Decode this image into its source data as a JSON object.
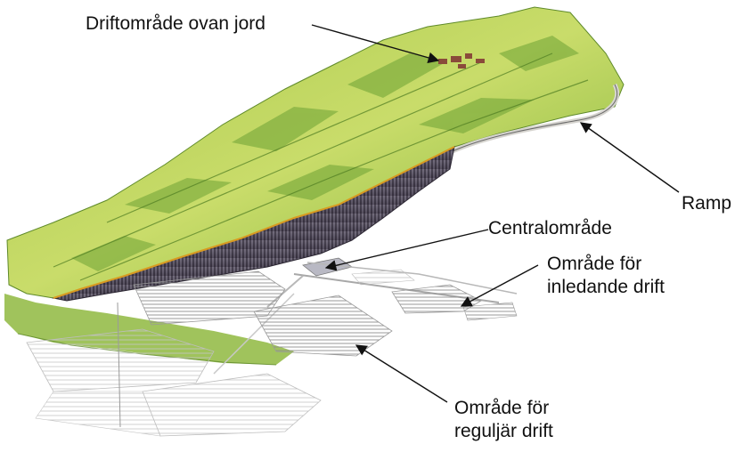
{
  "labels": {
    "surface_area": "Driftområde ovan jord",
    "ramp": "Ramp",
    "central_area": "Centralområde",
    "initial_area": [
      "Område för",
      "inledande drift"
    ],
    "regular_area": [
      "Område för",
      "reguljär drift"
    ]
  },
  "colors": {
    "terrain_green": "#7fb23a",
    "terrain_light": "#c9dc6a",
    "rock_face": "#4d4656",
    "tunnel_lines": "#9a9a9a",
    "label_text": "#111111"
  }
}
